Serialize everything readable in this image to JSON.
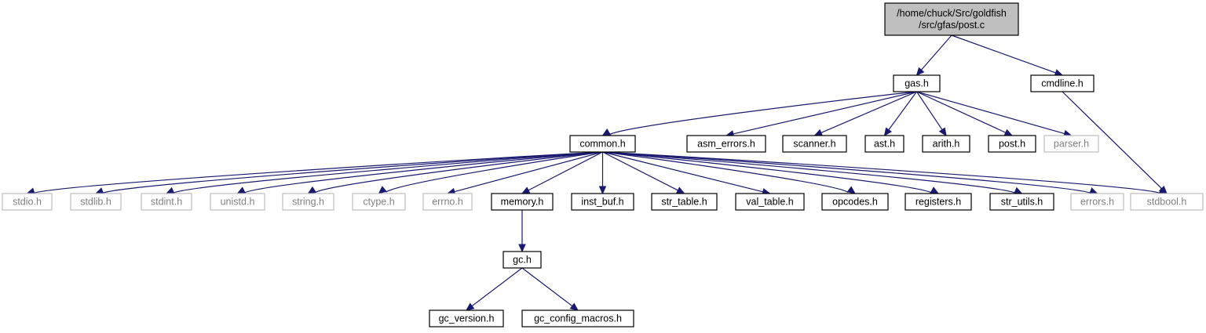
{
  "colors": {
    "edge": "#191970",
    "root_fill": "#bfbfbf",
    "node_border": "#000000",
    "external_border": "#bfbfbf",
    "external_text": "#808080"
  },
  "nodes": [
    {
      "id": "root",
      "lines": [
        "/home/chuck/Src/goldfish",
        "/src/gfas/post.c"
      ],
      "style": "root"
    },
    {
      "id": "gas",
      "lines": [
        "gas.h"
      ],
      "style": "solid"
    },
    {
      "id": "cmdline",
      "lines": [
        "cmdline.h"
      ],
      "style": "solid"
    },
    {
      "id": "common",
      "lines": [
        "common.h"
      ],
      "style": "solid"
    },
    {
      "id": "asm_errors",
      "lines": [
        "asm_errors.h"
      ],
      "style": "solid"
    },
    {
      "id": "scanner",
      "lines": [
        "scanner.h"
      ],
      "style": "solid"
    },
    {
      "id": "ast",
      "lines": [
        "ast.h"
      ],
      "style": "solid"
    },
    {
      "id": "arith",
      "lines": [
        "arith.h"
      ],
      "style": "solid"
    },
    {
      "id": "post",
      "lines": [
        "post.h"
      ],
      "style": "solid"
    },
    {
      "id": "parser",
      "lines": [
        "parser.h"
      ],
      "style": "ext"
    },
    {
      "id": "stdio",
      "lines": [
        "stdio.h"
      ],
      "style": "ext"
    },
    {
      "id": "stdlib",
      "lines": [
        "stdlib.h"
      ],
      "style": "ext"
    },
    {
      "id": "stdint",
      "lines": [
        "stdint.h"
      ],
      "style": "ext"
    },
    {
      "id": "unistd",
      "lines": [
        "unistd.h"
      ],
      "style": "ext"
    },
    {
      "id": "string",
      "lines": [
        "string.h"
      ],
      "style": "ext"
    },
    {
      "id": "ctype",
      "lines": [
        "ctype.h"
      ],
      "style": "ext"
    },
    {
      "id": "errno",
      "lines": [
        "errno.h"
      ],
      "style": "ext"
    },
    {
      "id": "memory",
      "lines": [
        "memory.h"
      ],
      "style": "solid"
    },
    {
      "id": "inst_buf",
      "lines": [
        "inst_buf.h"
      ],
      "style": "solid"
    },
    {
      "id": "str_table",
      "lines": [
        "str_table.h"
      ],
      "style": "solid"
    },
    {
      "id": "val_table",
      "lines": [
        "val_table.h"
      ],
      "style": "solid"
    },
    {
      "id": "opcodes",
      "lines": [
        "opcodes.h"
      ],
      "style": "solid"
    },
    {
      "id": "registers",
      "lines": [
        "registers.h"
      ],
      "style": "solid"
    },
    {
      "id": "str_utils",
      "lines": [
        "str_utils.h"
      ],
      "style": "solid"
    },
    {
      "id": "errors",
      "lines": [
        "errors.h"
      ],
      "style": "ext"
    },
    {
      "id": "stdbool",
      "lines": [
        "stdbool.h"
      ],
      "style": "ext"
    },
    {
      "id": "gc",
      "lines": [
        "gc.h"
      ],
      "style": "solid"
    },
    {
      "id": "gc_version",
      "lines": [
        "gc_version.h"
      ],
      "style": "solid"
    },
    {
      "id": "gc_config_macros",
      "lines": [
        "gc_config_macros.h"
      ],
      "style": "solid"
    }
  ],
  "edges": [
    {
      "from": "root",
      "to": "gas"
    },
    {
      "from": "root",
      "to": "cmdline"
    },
    {
      "from": "gas",
      "to": "common"
    },
    {
      "from": "gas",
      "to": "asm_errors"
    },
    {
      "from": "gas",
      "to": "scanner"
    },
    {
      "from": "gas",
      "to": "ast"
    },
    {
      "from": "gas",
      "to": "arith"
    },
    {
      "from": "gas",
      "to": "post"
    },
    {
      "from": "gas",
      "to": "parser"
    },
    {
      "from": "cmdline",
      "to": "stdbool"
    },
    {
      "from": "common",
      "to": "stdio"
    },
    {
      "from": "common",
      "to": "stdlib"
    },
    {
      "from": "common",
      "to": "stdint"
    },
    {
      "from": "common",
      "to": "unistd"
    },
    {
      "from": "common",
      "to": "string"
    },
    {
      "from": "common",
      "to": "ctype"
    },
    {
      "from": "common",
      "to": "errno"
    },
    {
      "from": "common",
      "to": "memory"
    },
    {
      "from": "common",
      "to": "inst_buf"
    },
    {
      "from": "common",
      "to": "str_table"
    },
    {
      "from": "common",
      "to": "val_table"
    },
    {
      "from": "common",
      "to": "opcodes"
    },
    {
      "from": "common",
      "to": "registers"
    },
    {
      "from": "common",
      "to": "str_utils"
    },
    {
      "from": "common",
      "to": "errors"
    },
    {
      "from": "common",
      "to": "stdbool"
    },
    {
      "from": "memory",
      "to": "gc"
    },
    {
      "from": "gc",
      "to": "gc_version"
    },
    {
      "from": "gc",
      "to": "gc_config_macros"
    }
  ]
}
